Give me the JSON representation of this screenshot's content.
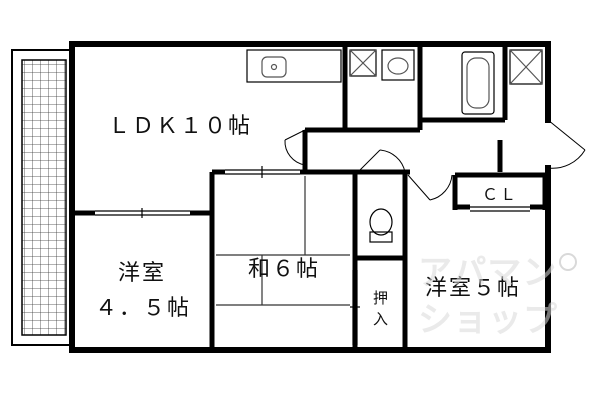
{
  "rooms": {
    "ldk": "ＬＤＫ１０帖",
    "western_small_line1": "洋室",
    "western_small_line2": "４．５帖",
    "japanese": "和６帖",
    "western_large": "洋室５帖",
    "closet": "ＣＬ",
    "oshiire_line1": "押",
    "oshiire_line2": "入"
  },
  "watermark": {
    "line1": "アパマン",
    "line2": "ショップ"
  },
  "colors": {
    "wall": "#000000",
    "fixture": "#555555",
    "watermark": "#d9d9d9"
  }
}
